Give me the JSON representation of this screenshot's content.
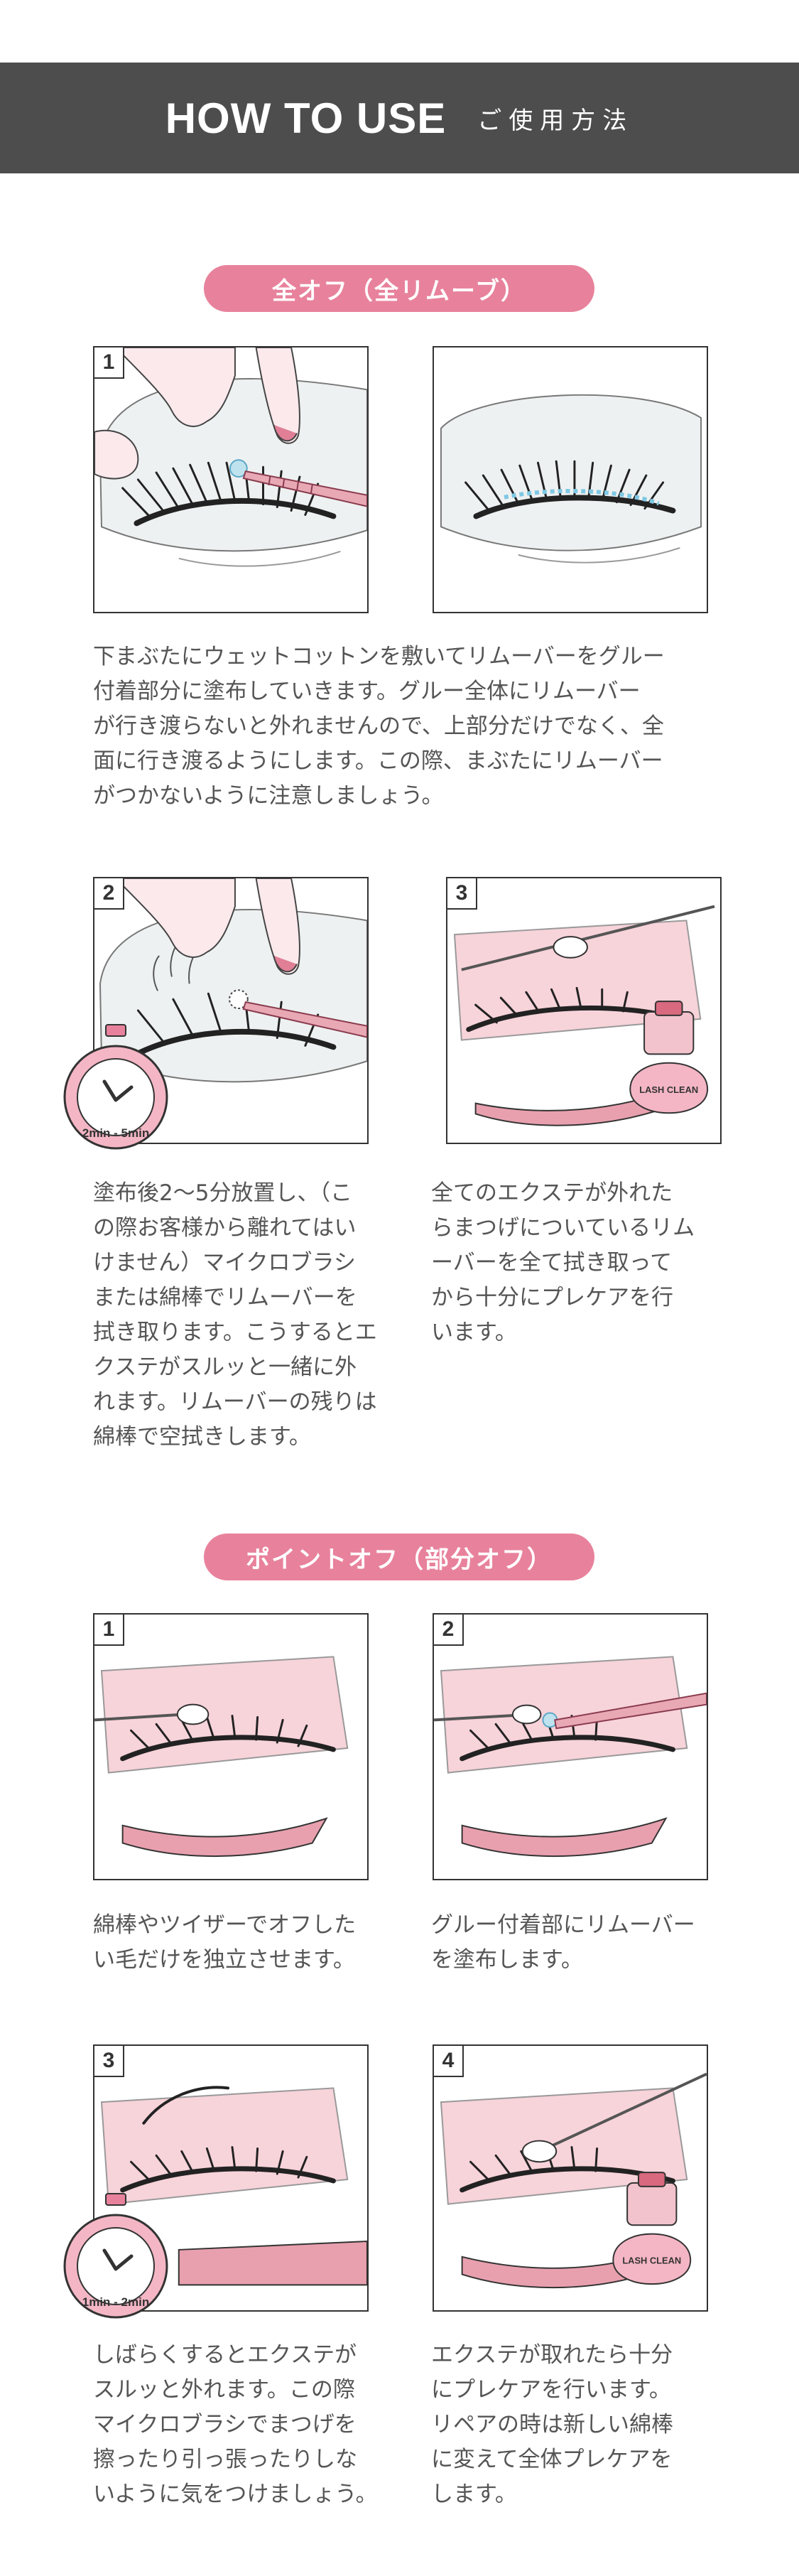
{
  "header": {
    "title": "HOW TO USE",
    "subtitle": "ご使用方法"
  },
  "colors": {
    "header_bg": "#4d4d4d",
    "accent_pink": "#e8829c",
    "text": "#555555",
    "border": "#333333"
  },
  "full_off": {
    "title": "全オフ（全リムーブ）",
    "step1_number": "1",
    "step1_text": "下まぶたにウェットコットンを敷いてリムーバーをグルー\n付着部分に塗布していきます。グルー全体にリムーバー\nが行き渡らないと外れませんので、上部分だけでなく、全\n面に行き渡るようにします。この際、まぶたにリムーバー\nがつかないように注意しましょう。",
    "step2_number": "2",
    "step2_timer": "2min - 5min",
    "step2_text": "塗布後2〜5分放置し、（こ\nの際お客様から離れてはい\nけません）マイクロブラシ\nまたは綿棒でリムーバーを\n拭き取ります。こうするとエ\nクステがスルッと一緒に外\nれます。リムーバーの残りは\n綿棒で空拭きします。",
    "step3_number": "3",
    "step3_text": "全てのエクステが外れた\nらまつげについているリム\nーバーを全て拭き取って\nから十分にプレケアを行\nいます。",
    "bottle_label": "LASH CLEAN"
  },
  "point_off": {
    "title": "ポイントオフ（部分オフ）",
    "step1_number": "1",
    "step1_text": "綿棒やツイザーでオフした\nい毛だけを独立させます。",
    "step2_number": "2",
    "step2_text": "グルー付着部にリムーバー\nを塗布します。",
    "step3_number": "3",
    "step3_timer": "1min - 2min",
    "step3_text": "しばらくするとエクステが\nスルッと外れます。この際\nマイクロブラシでまつげを\n擦ったり引っ張ったりしな\nいように気をつけましょう。",
    "step4_number": "4",
    "step4_text": "エクステが取れたら十分\nにプレケアを行います。\nリペアの時は新しい綿棒\nに変えて全体プレケアを\nします。",
    "bottle_label": "LASH CLEAN"
  }
}
